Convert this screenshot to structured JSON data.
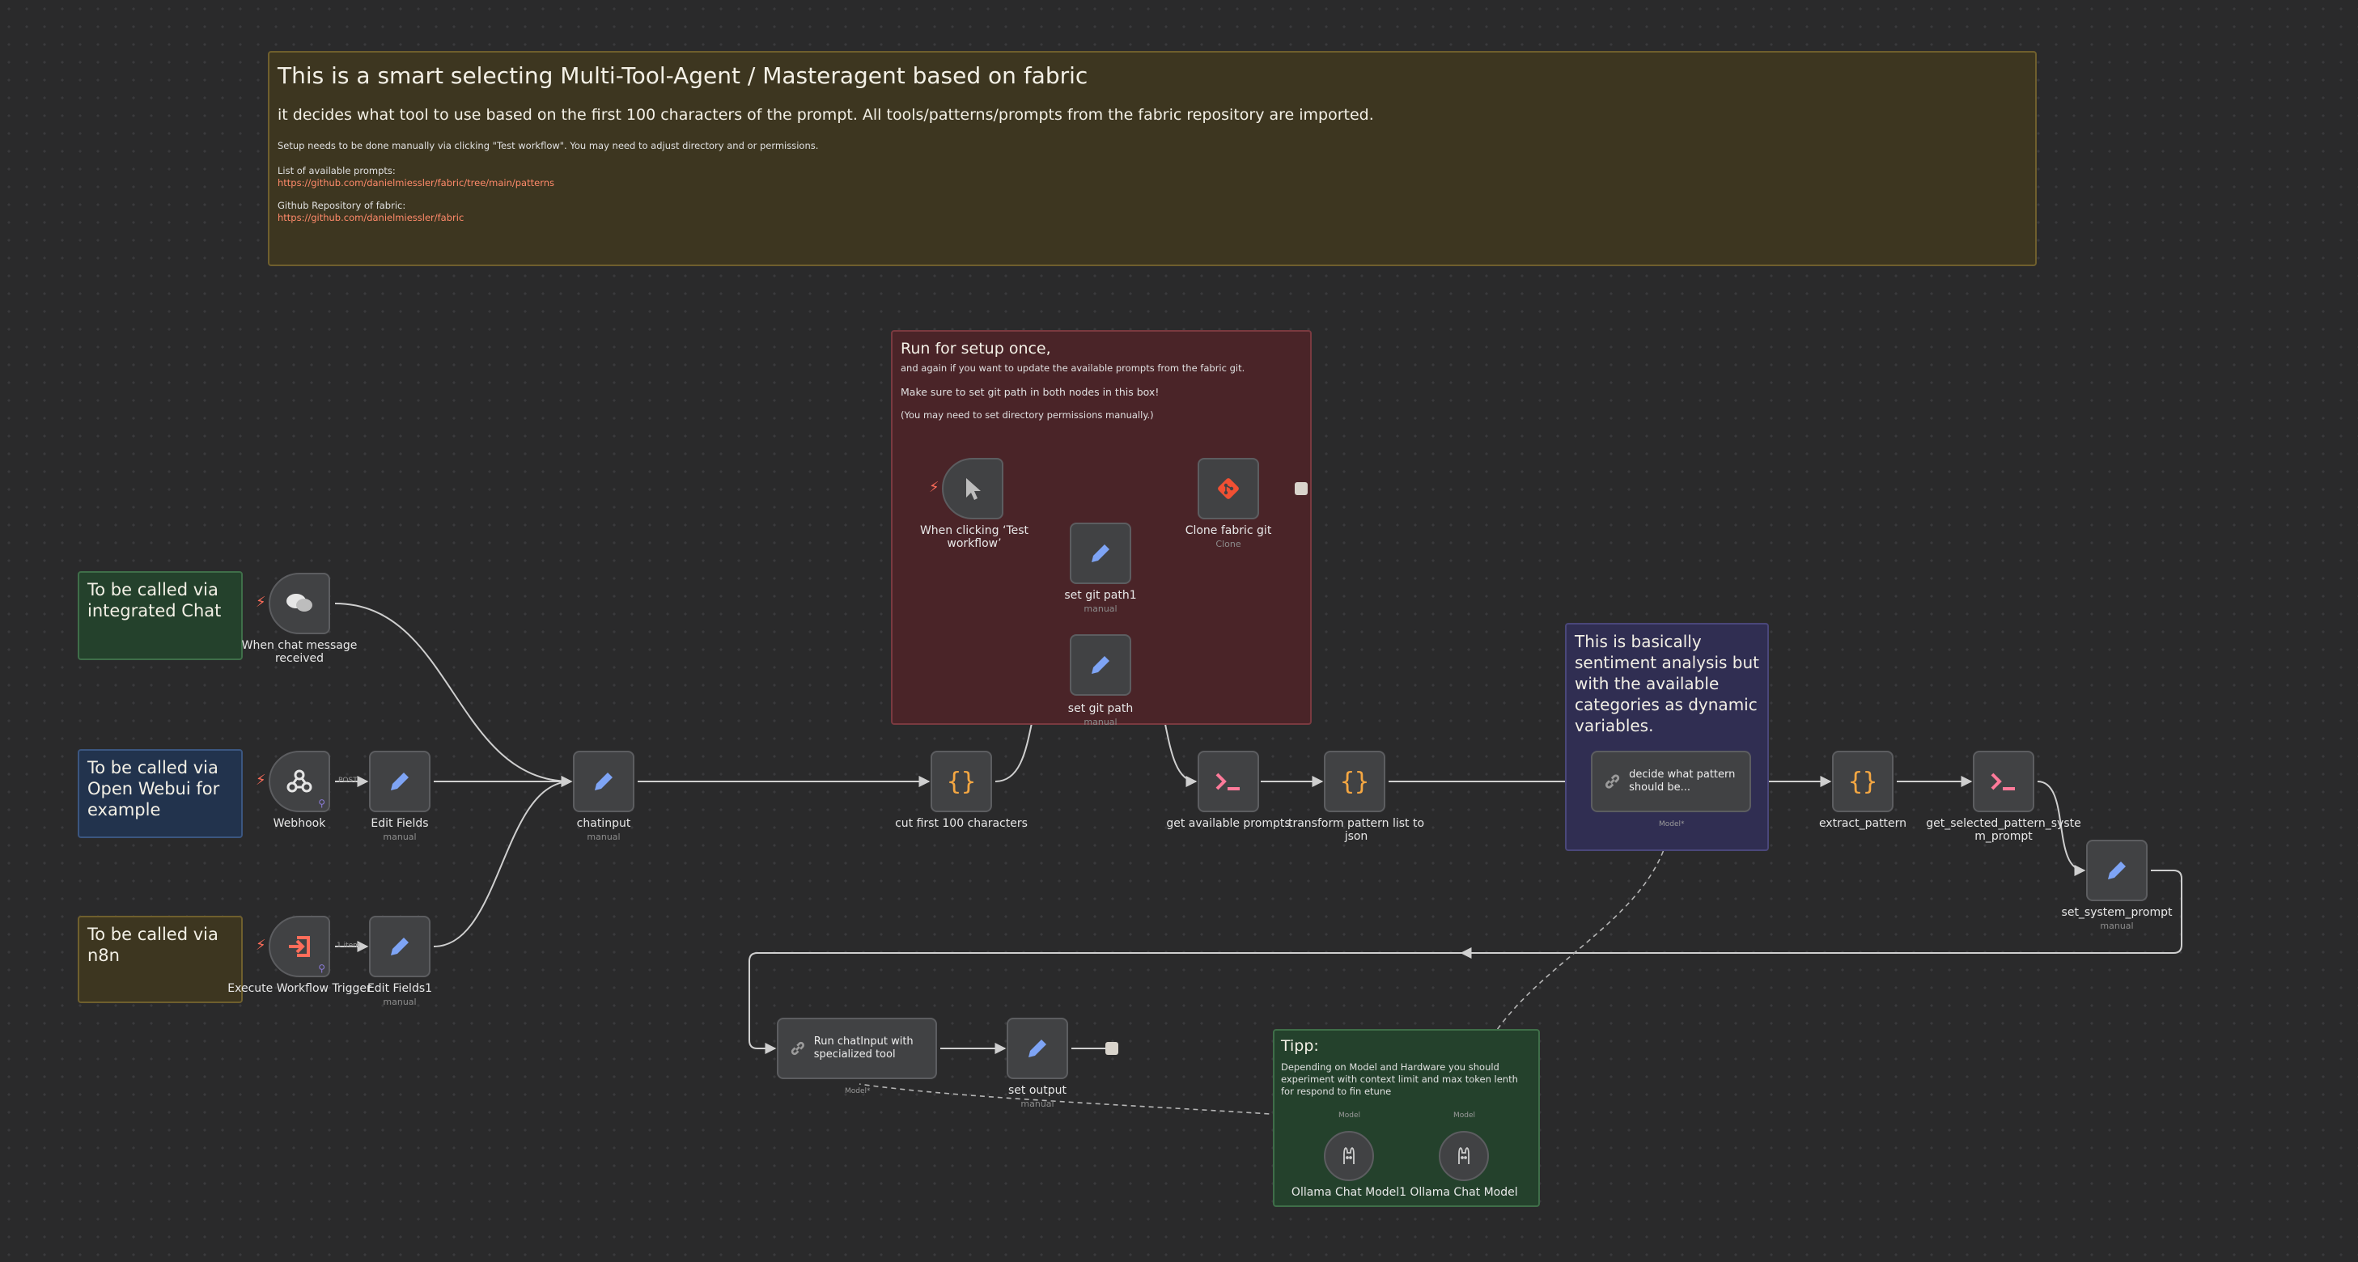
{
  "notes": {
    "main": {
      "title": "This is a smart selecting Multi-Tool-Agent / Masteragent based on fabric",
      "subtitle": "it decides what tool to use based on the first 100 characters of the prompt. All tools/patterns/prompts from the fabric repository are imported.",
      "setup": "Setup needs to be done manually via clicking \"Test workflow\". You may need to adjust directory and or permissions.",
      "prompts_label": "List of available prompts:",
      "prompts_url": "https://github.com/danielmiessler/fabric/tree/main/patterns",
      "repo_label": "Github Repository of fabric:",
      "repo_url": "https://github.com/danielmiessler/fabric"
    },
    "setup_box": {
      "title": "Run for setup once,",
      "line1": "and again if you want to update the available prompts from the fabric git.",
      "line2": "Make sure to set git path in both nodes in this box!",
      "line3": "(You may need to set directory permissions manually.)"
    },
    "chat": "To be called via integrated Chat",
    "webui": "To be called via Open Webui for example",
    "n8n": "To be called via n8n",
    "sentiment": "This is basically sentiment analysis but with the available categories as dynamic variables.",
    "tipp": {
      "title": "Tipp:",
      "text": "Depending on Model and Hardware you should experiment with context limit and max token lenth for respond to fin etune"
    }
  },
  "nodes": {
    "chat_trigger": {
      "label": "When chat message received"
    },
    "webhook": {
      "label": "Webhook"
    },
    "exec_trigger": {
      "label": "Execute Workflow Trigger"
    },
    "edit_fields": {
      "label": "Edit Fields",
      "sub": "manual"
    },
    "edit_fields1": {
      "label": "Edit Fields1",
      "sub": "manual"
    },
    "chatinput": {
      "label": "chatinput",
      "sub": "manual"
    },
    "cut_first": {
      "label": "cut first 100 characters"
    },
    "manual_trigger": {
      "label": "When clicking ‘Test workflow’"
    },
    "set_git_path1": {
      "label": "set git path1",
      "sub": "manual"
    },
    "clone": {
      "label": "Clone fabric git",
      "sub": "Clone"
    },
    "set_git_path": {
      "label": "set git path",
      "sub": "manual"
    },
    "get_prompts": {
      "label": "get available prompts"
    },
    "transform": {
      "label": "transform pattern list to json"
    },
    "decide": {
      "label": "decide what pattern should be...",
      "port": "Model*"
    },
    "extract": {
      "label": "extract_pattern"
    },
    "get_selected": {
      "label": "get_selected_pattern_system_prompt"
    },
    "set_system": {
      "label": "set_system_prompt",
      "sub": "manual"
    },
    "run_chat": {
      "label": "Run chatInput with specialized tool",
      "port": "Model*"
    },
    "set_output": {
      "label": "set output",
      "sub": "manual"
    },
    "ollama1": {
      "label": "Ollama Chat Model1",
      "port": "Model"
    },
    "ollama": {
      "label": "Ollama Chat Model",
      "port": "Model"
    }
  },
  "edge_labels": {
    "post": "POST",
    "items": "1 item"
  },
  "colors": {
    "accent": "#ff6d5a",
    "pencil": "#7ea4f5",
    "code": "#f5a742",
    "terminal": "#ff7a9a"
  }
}
